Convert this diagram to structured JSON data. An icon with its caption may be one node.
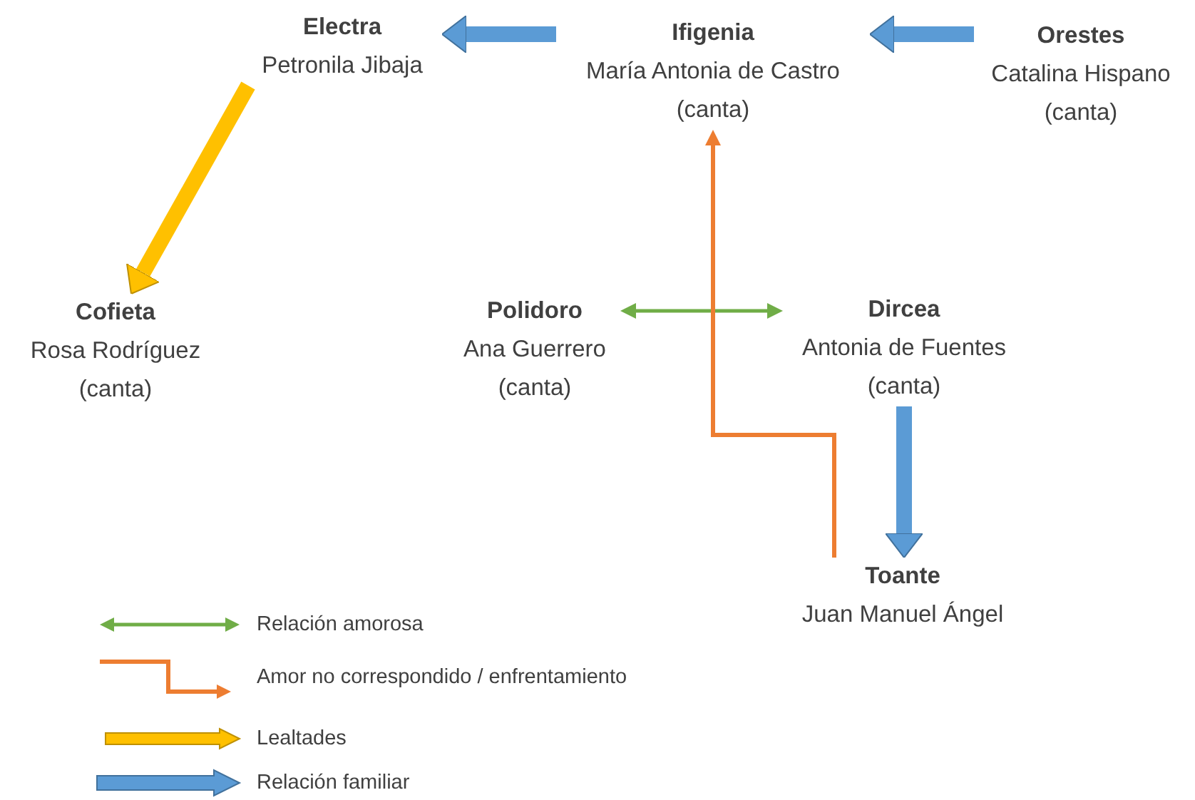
{
  "diagram": {
    "nodes": [
      {
        "text": [
          "Electra",
          "Petronila Jibaja"
        ]
      },
      {
        "text": [
          "Ifigenia",
          "María Antonia de Castro (canta)"
        ]
      },
      {
        "text": [
          "Orestes",
          "Catalina Hispano (canta)"
        ]
      },
      {
        "text": [
          "Cofieta",
          "Rosa Rodríguez (canta)"
        ]
      },
      {
        "text": [
          "Polidoro",
          "Ana Guerrero (canta)"
        ]
      },
      {
        "text": [
          "Dircea",
          "Antonia de Fuentes (canta)"
        ]
      },
      {
        "text": [
          "Toante",
          "Juan Manuel Ángel"
        ]
      }
    ],
    "edges": [
      {
        "from": 1,
        "to": 0,
        "arrow": "to"
      },
      {
        "from": 2,
        "to": 1,
        "arrow": "to"
      },
      {
        "from": 0,
        "to": 3,
        "arrow": "to",
        "color": "#ffc000"
      },
      {
        "from": 4,
        "to": 5,
        "arrow": "both",
        "color": "#70ad47"
      },
      {
        "from": 6,
        "to": 1,
        "arrow": "to",
        "color": "#ed7d31"
      },
      {
        "from": 5,
        "to": 6,
        "arrow": "to"
      }
    ],
    "legend": [
      {
        "text": "Relación amorosa"
      },
      {
        "text": "Amor no correspondido / enfrentamiento"
      },
      {
        "text": "Lealtades"
      },
      {
        "text": "Relación familiar"
      }
    ]
  }
}
